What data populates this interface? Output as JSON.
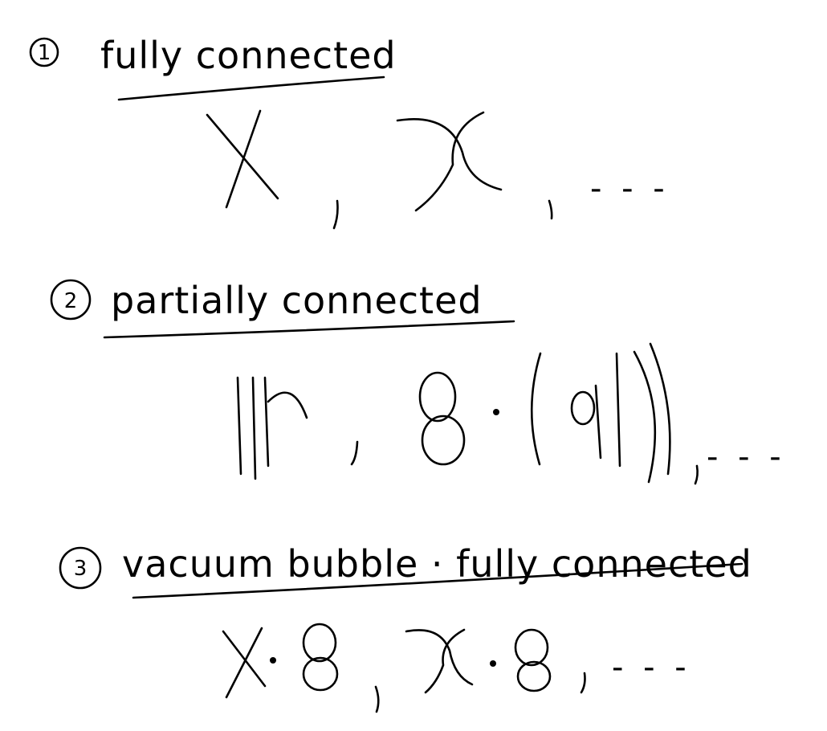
{
  "sections": [
    {
      "number": "1",
      "title": "fully connected",
      "ellipsis": "- - -"
    },
    {
      "number": "2",
      "title": "partially connected",
      "ellipsis": "- - -"
    },
    {
      "number": "3",
      "title": "vacuum bubble · fully connected",
      "ellipsis": "- - -"
    }
  ]
}
